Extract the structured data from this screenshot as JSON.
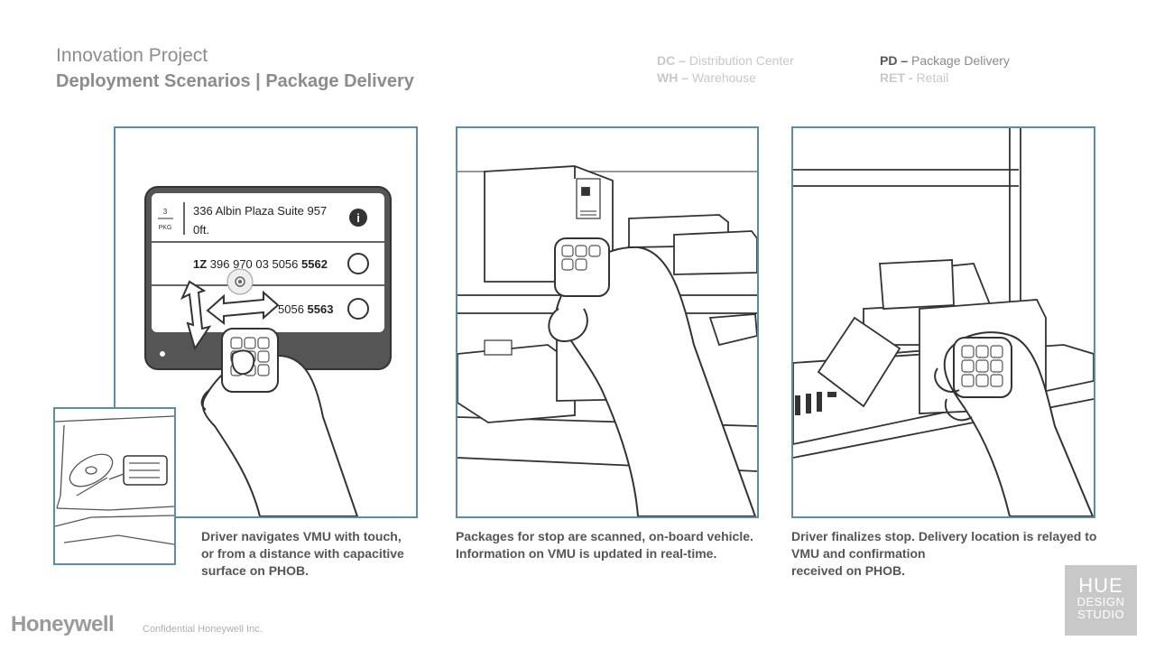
{
  "header": {
    "title": "Innovation Project",
    "subtitle": "Deployment Scenarios | Package Delivery"
  },
  "legend": {
    "dc_abbr": "DC –",
    "dc_text": " Distribution Center",
    "wh_abbr": "WH –",
    "wh_text": " Warehouse",
    "pd_abbr": "PD –",
    "pd_text": " Package Delivery",
    "ret_abbr": "RET -",
    "ret_text": " Retail"
  },
  "vmu": {
    "pkg_count": "3",
    "pkg_label": "PKG",
    "address": "336 Albin Plaza Suite 957",
    "distance": "0ft.",
    "item1_prefix": "1Z",
    "item1_mid": " 396 970 03 5056 ",
    "item1_suffix": "5562",
    "item2_mid": "5056 ",
    "item2_suffix": "5563"
  },
  "captions": {
    "panel1": [
      "Driver navigates VMU with touch,",
      "or from a distance with capacitive",
      "surface on PHOB."
    ],
    "panel2": [
      "Packages for stop are scanned, on-board vehicle.",
      "Information on VMU is updated in real-time."
    ],
    "panel3": [
      "Driver finalizes stop. Delivery location is relayed to",
      "VMU and confirmation",
      "received on PHOB."
    ]
  },
  "footer": {
    "brand": "Honeywell",
    "confidential": "Confidential Honeywell Inc.",
    "studio_line1": "HUE",
    "studio_line2": "DESIGN",
    "studio_line3": "STUDIO"
  },
  "colors": {
    "panel_border": "#5a8ea8",
    "title_text": "#8c8c8c",
    "caption_text": "#555555"
  }
}
